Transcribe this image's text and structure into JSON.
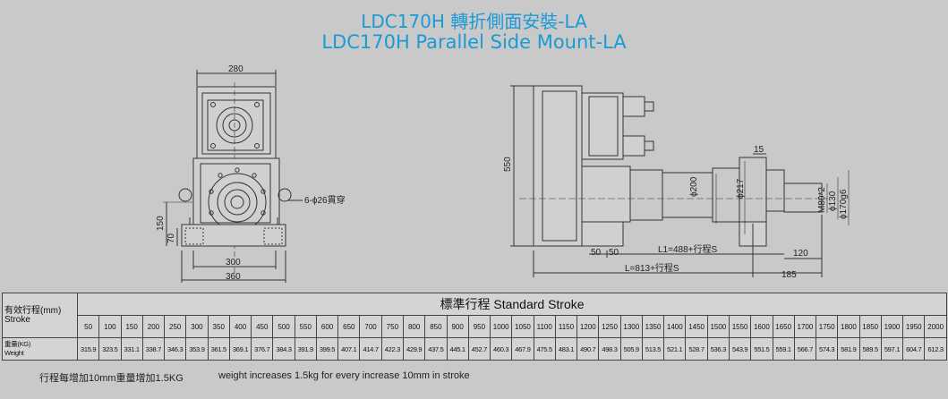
{
  "title": {
    "line1": "LDC170H 轉折側面安裝-LA",
    "line2": "LDC170H Parallel Side Mount-LA"
  },
  "front_view": {
    "dim_width_top": "280",
    "dim_hole": "6-ϕ26貫穿",
    "dim_150": "150",
    "dim_70": "70",
    "dim_300": "300",
    "dim_360": "360"
  },
  "side_view": {
    "dim_550": "550",
    "dim_15": "15",
    "dim_200": "ϕ200",
    "dim_217": "ϕ217",
    "dim_m80": "M80*2",
    "dim_130": "ϕ130",
    "dim_170g6": "ϕ170g6",
    "dim_50a": "50",
    "dim_50b": "50",
    "dim_l1": "L1=488+行程S",
    "dim_120": "120",
    "dim_l": "L=813+行程S",
    "dim_185": "185"
  },
  "table": {
    "stroke_label_zh": "有效行程(mm)",
    "stroke_label_en": "Stroke",
    "header": "標準行程 Standard Stroke",
    "weight_label_zh": "重量(KG)",
    "weight_label_en": "Weight",
    "strokes": [
      "50",
      "100",
      "150",
      "200",
      "250",
      "300",
      "350",
      "400",
      "450",
      "500",
      "550",
      "600",
      "650",
      "700",
      "750",
      "800",
      "850",
      "900",
      "950",
      "1000",
      "1050",
      "1100",
      "1150",
      "1200",
      "1250",
      "1300",
      "1350",
      "1400",
      "1450",
      "1500",
      "1550",
      "1600",
      "1650",
      "1700",
      "1750",
      "1800",
      "1850",
      "1900",
      "1950",
      "2000"
    ],
    "weights": [
      "315.9",
      "323.5",
      "331.1",
      "338.7",
      "346.3",
      "353.9",
      "361.5",
      "369.1",
      "376.7",
      "384.3",
      "391.9",
      "399.5",
      "407.1",
      "414.7",
      "422.3",
      "429.9",
      "437.5",
      "445.1",
      "452.7",
      "460.3",
      "467.9",
      "475.5",
      "483.1",
      "490.7",
      "498.3",
      "505.9",
      "513.5",
      "521.1",
      "528.7",
      "536.3",
      "543.9",
      "551.5",
      "559.1",
      "566.7",
      "574.3",
      "581.9",
      "589.5",
      "597.1",
      "604.7",
      "612.3"
    ]
  },
  "notes": {
    "zh": "行程每增加10mm重量增加1.5KG",
    "en": "weight increases 1.5kg for every increase 10mm in stroke"
  },
  "colors": {
    "title": "#1a9ad6",
    "background": "#c9c9c9"
  }
}
